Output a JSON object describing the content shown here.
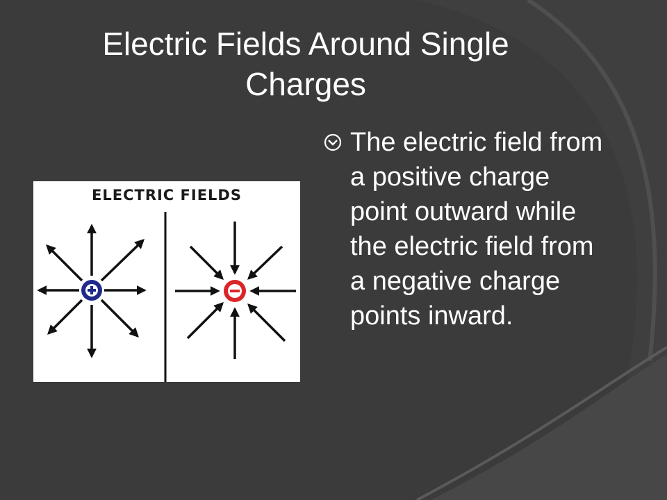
{
  "slide": {
    "title": "Electric Fields Around Single Charges",
    "figure": {
      "label": "ELECTRIC FIELDS",
      "positive_symbol": "positive-charge-icon",
      "negative_symbol": "negative-charge-icon"
    },
    "bullets": [
      {
        "text": "The electric field from a positive charge point outward while the electric field from a negative charge points inward."
      }
    ]
  },
  "colors": {
    "background": "#3b3b3b",
    "text": "#ffffff",
    "positive": "#1f2a8a",
    "negative": "#d9262a",
    "ink": "#111111"
  }
}
